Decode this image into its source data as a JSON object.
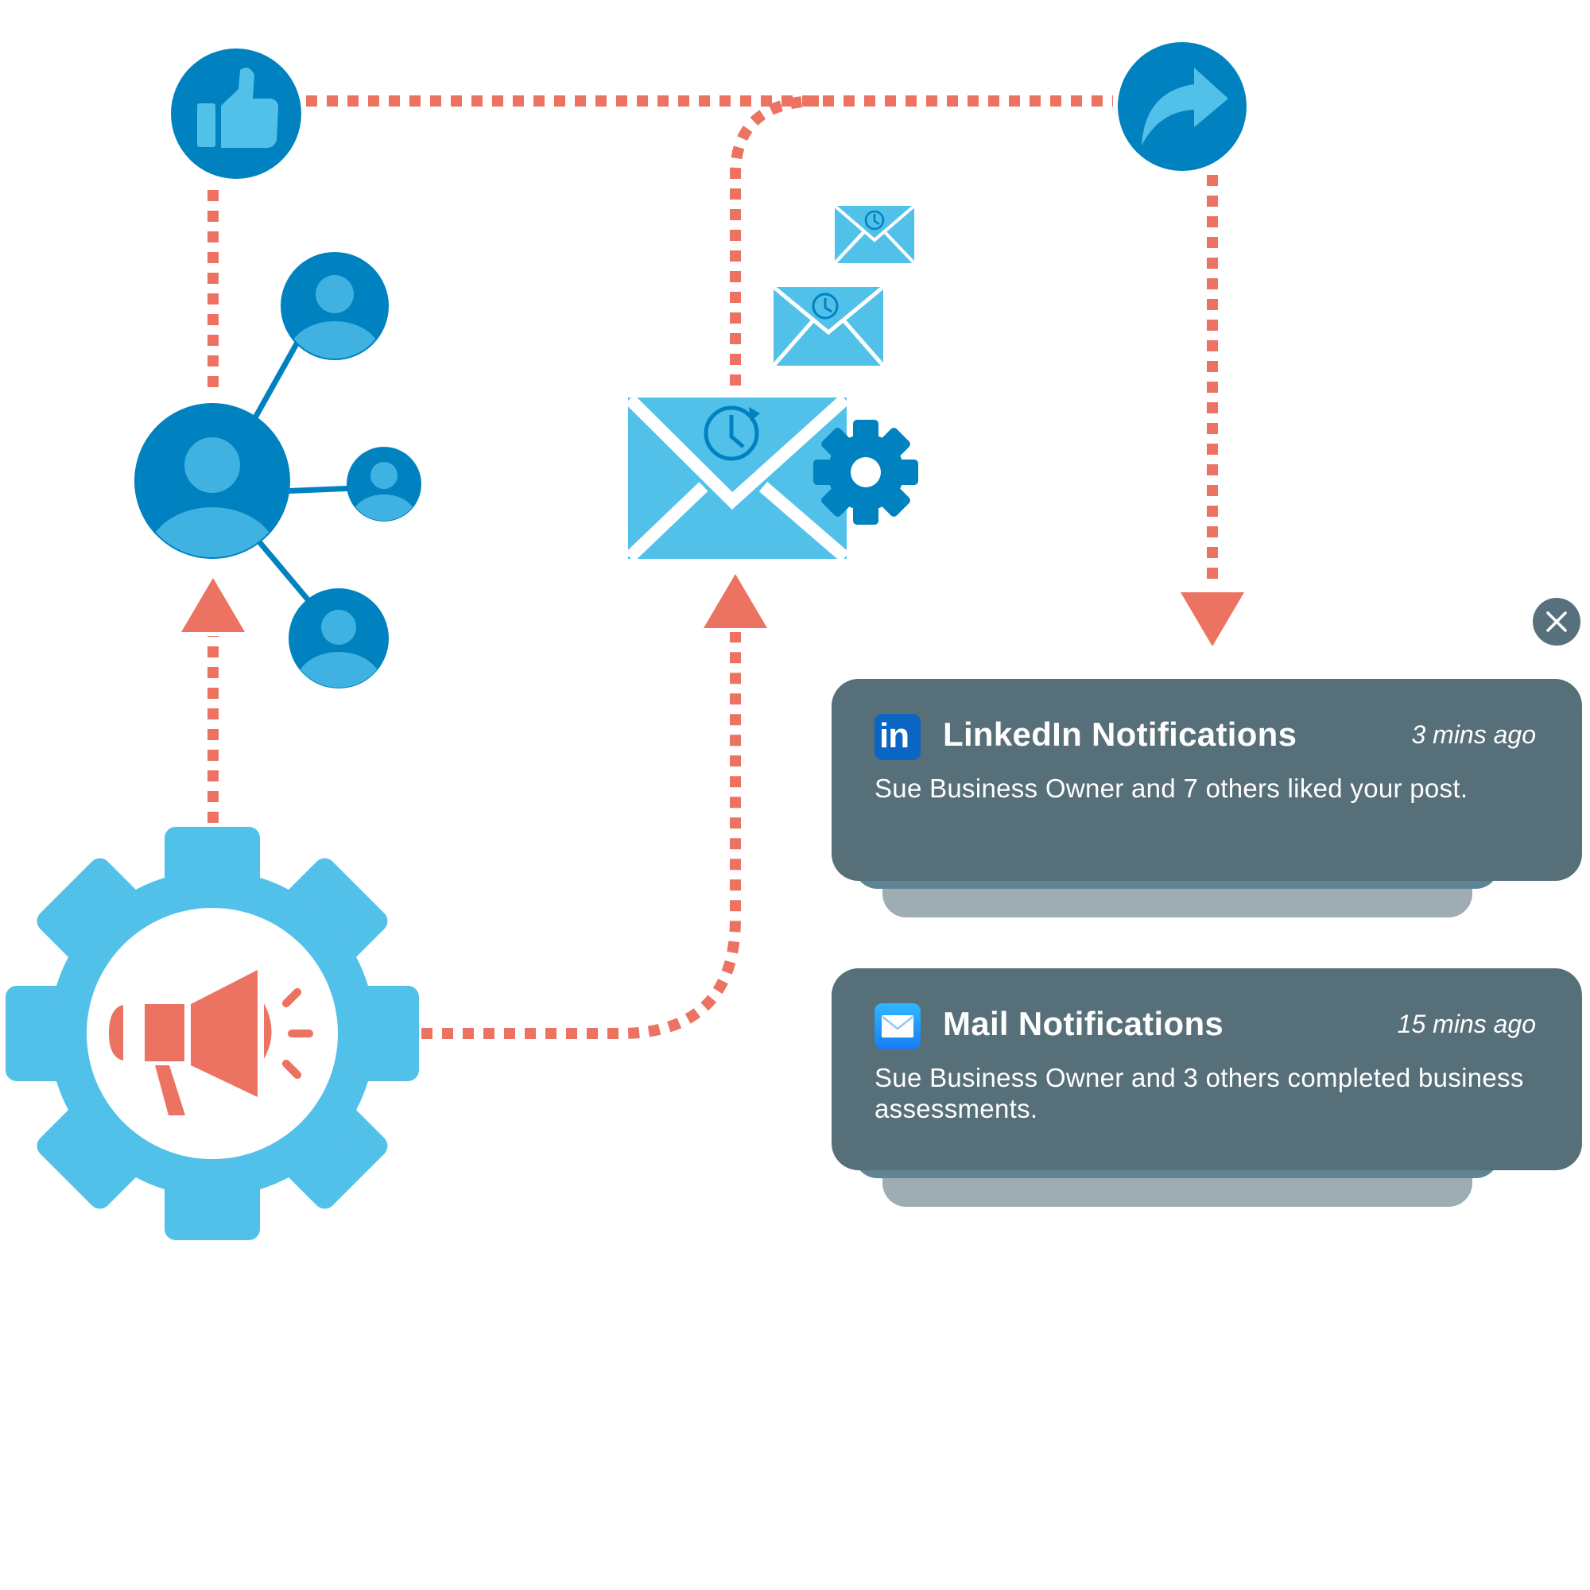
{
  "colors": {
    "arrow": "#ec7361",
    "dark_blue": "#0082c0",
    "light_blue": "#52c1ea",
    "card_bg": "#566f79",
    "card_shadow_1": "#5e8496",
    "card_shadow_2": "#9eadb3"
  },
  "icons": {
    "like": "thumbs-up-icon",
    "share": "share-arrow-icon",
    "network": "people-network-icon",
    "email": "scheduled-email-icon",
    "automation": "megaphone-gear-icon"
  },
  "notifications": [
    {
      "app": "LinkedIn",
      "app_icon": "linkedin-icon",
      "icon_text": "in",
      "title": "LinkedIn Notifications",
      "time": "3 mins ago",
      "message": "Sue Business Owner and 7 others liked your post."
    },
    {
      "app": "Mail",
      "app_icon": "mail-app-icon",
      "title": "Mail Notifications",
      "time": "15 mins ago",
      "message": "Sue Business Owner and 3 others completed business assessments."
    }
  ]
}
